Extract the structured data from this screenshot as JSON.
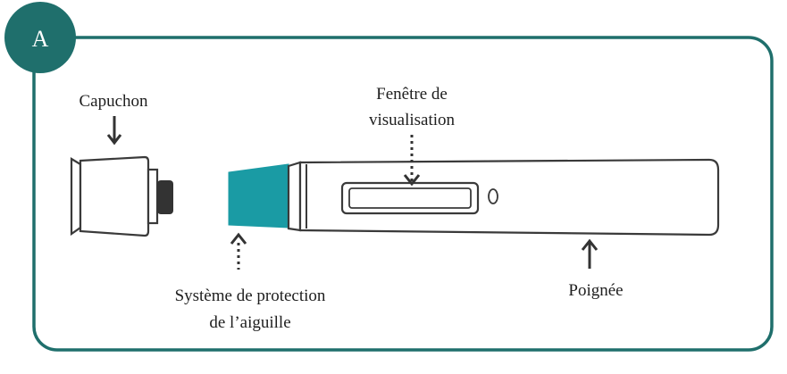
{
  "panel": {
    "letter": "A",
    "frame_color": "#1f6f6c",
    "badge_color": "#1f6f6c"
  },
  "parts": {
    "cap_label": "Capuchon",
    "window_label_line1": "Fenêtre de",
    "window_label_line2": "visualisation",
    "needle_guard_label_line1": "Système de protection",
    "needle_guard_label_line2": "de l’aiguille",
    "handle_label": "Poignée",
    "window_mark": "0"
  },
  "colors": {
    "needle_guard": "#1a9ba4",
    "outline": "#3a3a3a",
    "arrow": "#333333",
    "cap_knob": "#333333"
  },
  "icons": {
    "cap_arrow": "arrow-down-icon",
    "window_arrow": "dotted-arrow-down-icon",
    "guard_arrow": "dotted-arrow-up-icon",
    "handle_arrow": "arrow-up-icon"
  }
}
